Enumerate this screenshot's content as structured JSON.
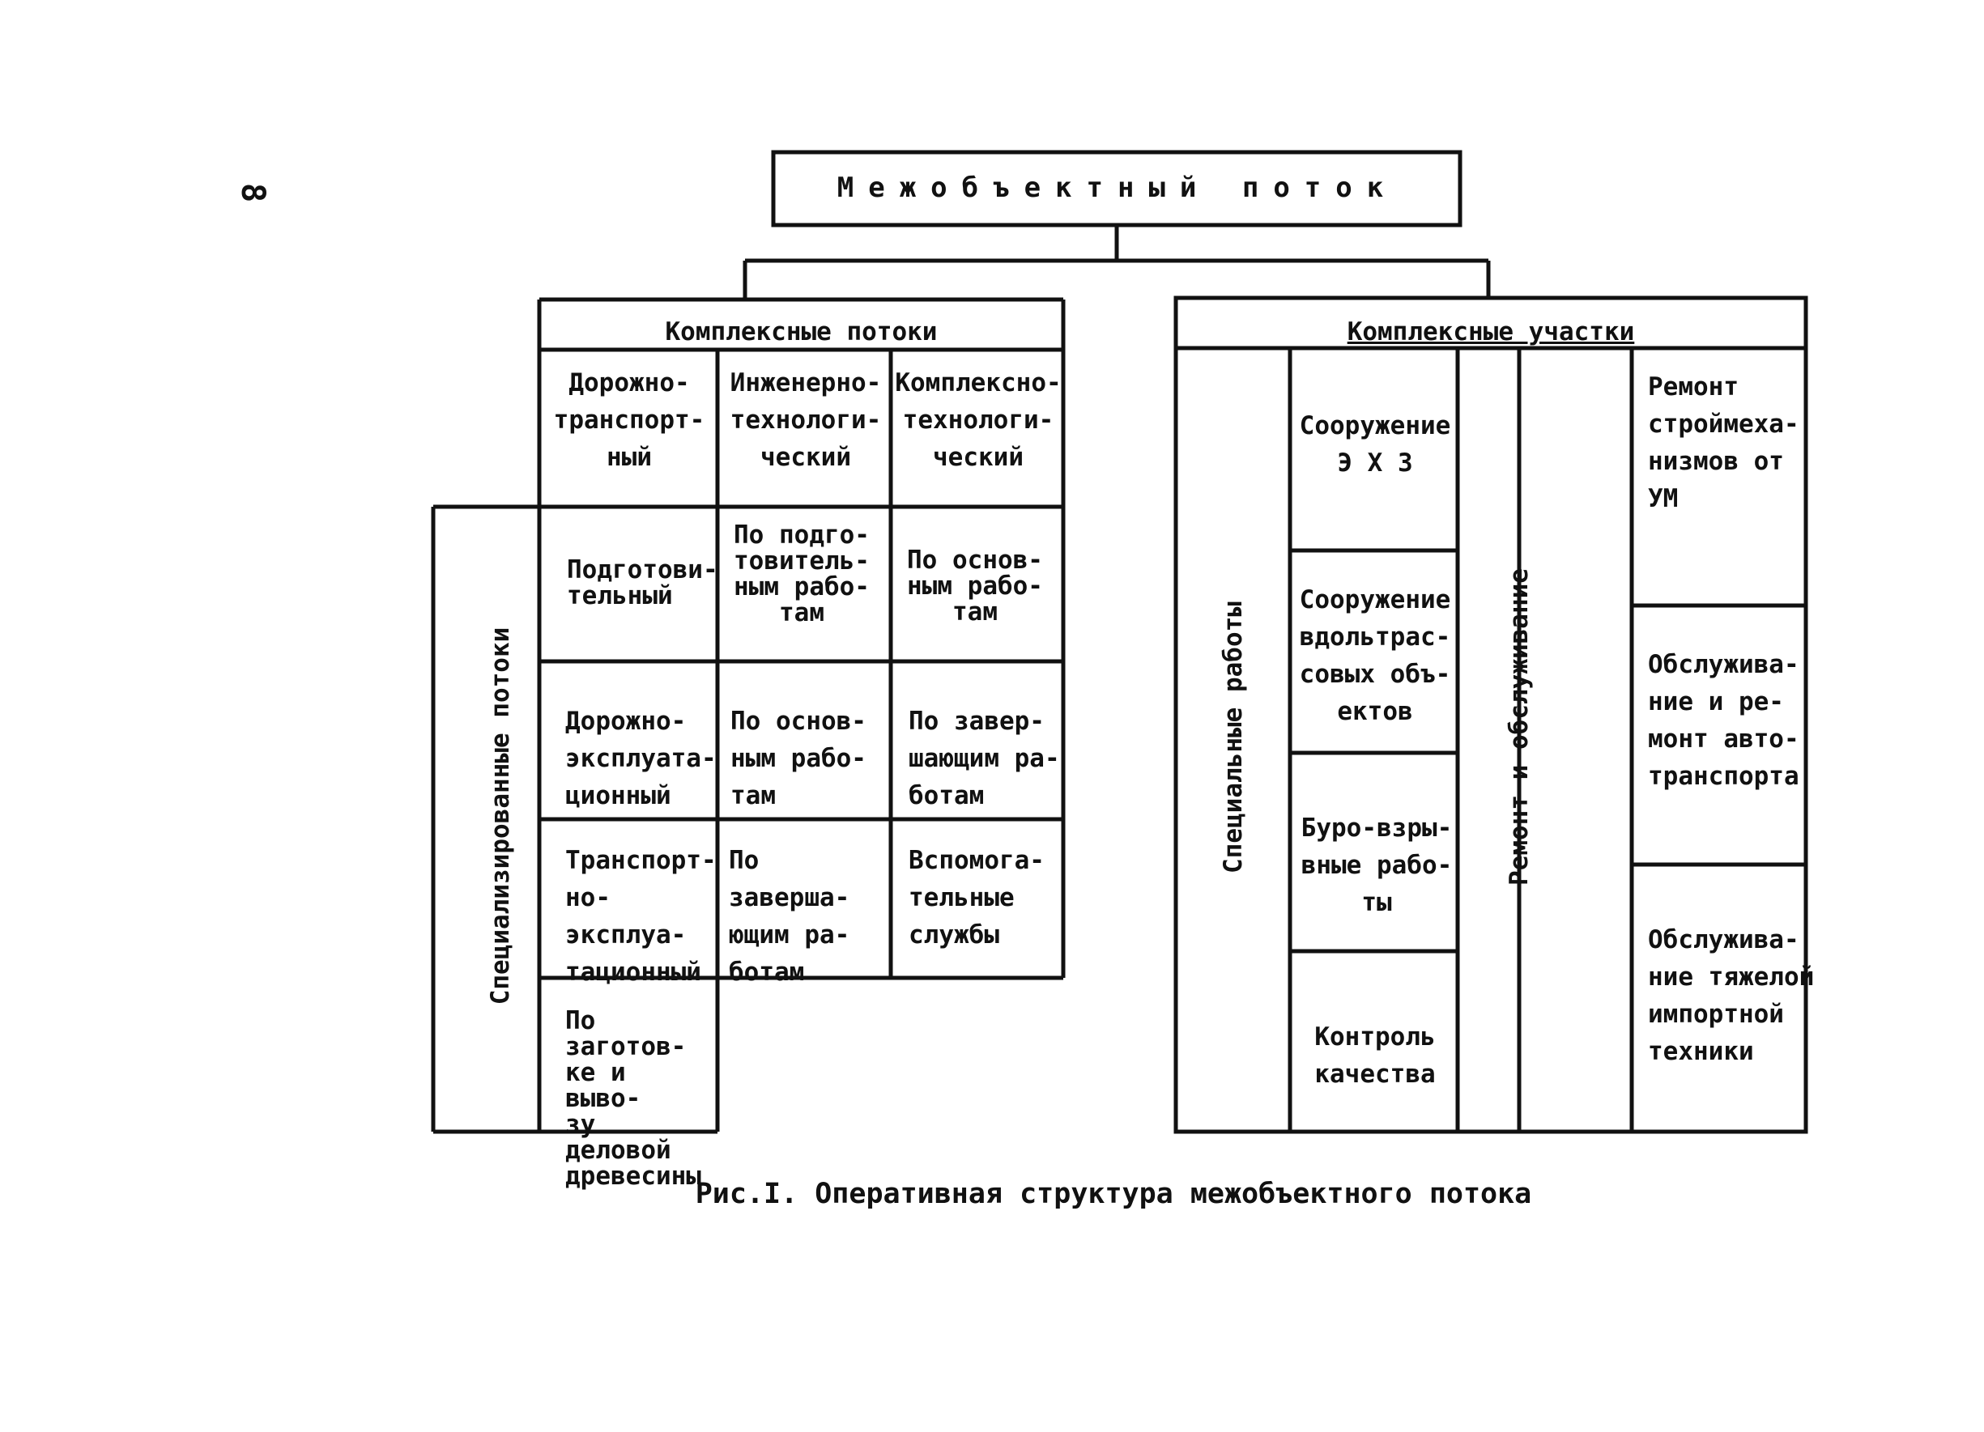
{
  "page_number": "8",
  "title": "Межобъектный поток",
  "caption": "Рис.I. Оперативная структура межобъектного потока",
  "complex_flows": {
    "header": "Комплексные потоки",
    "columns": [
      "Дорожно-\nтранспорт-\nный",
      "Инженерно-\nтехнологи-\nческий",
      "Комплексно-\nтехнологи-\nческий"
    ]
  },
  "specialized_flows": {
    "label": "Специализированные потоки",
    "rows": [
      {
        "name": "Подготови-\nтельный",
        "cells": [
          "По подго-\nтовитель-\nным рабо-\nтам",
          "По основ-\nным рабо-\nтам"
        ]
      },
      {
        "name": "Дорожно-\nэксплуата-\nционный",
        "cells": [
          "По основ-\nным рабо-\nтам",
          "По завер-\nшающим ра-\nботам"
        ]
      },
      {
        "name": "Транспорт-\nно-эксплуа-\nтационный",
        "cells": [
          "По заверша-\nющим ра-\nботам",
          "Вспомога-\nтельные\nслужбы"
        ]
      },
      {
        "name": "По заготов-\nке и выво-\nзу деловой\nдревесины",
        "cells": []
      }
    ]
  },
  "complex_sections": {
    "header": "Комплексные участки",
    "special_works": {
      "label": "Специальные работы",
      "items": [
        "Сооружение\nЭ Х З",
        "Сооружение\nвдольтрас-\nсовых объ-\nектов",
        "Буро-взры-\nвные рабо-\nты",
        "Контроль\nкачества"
      ]
    },
    "repair_service": {
      "label": "Ремонт и обслуживание",
      "items": [
        "Ремонт\nстроймеха-\nнизмов от\nУМ",
        "Обслужива-\nние и ре-\nмонт авто-\nтранспорта",
        "Обслужива-\nние тяжелой\nимпортной\n техники"
      ]
    }
  }
}
